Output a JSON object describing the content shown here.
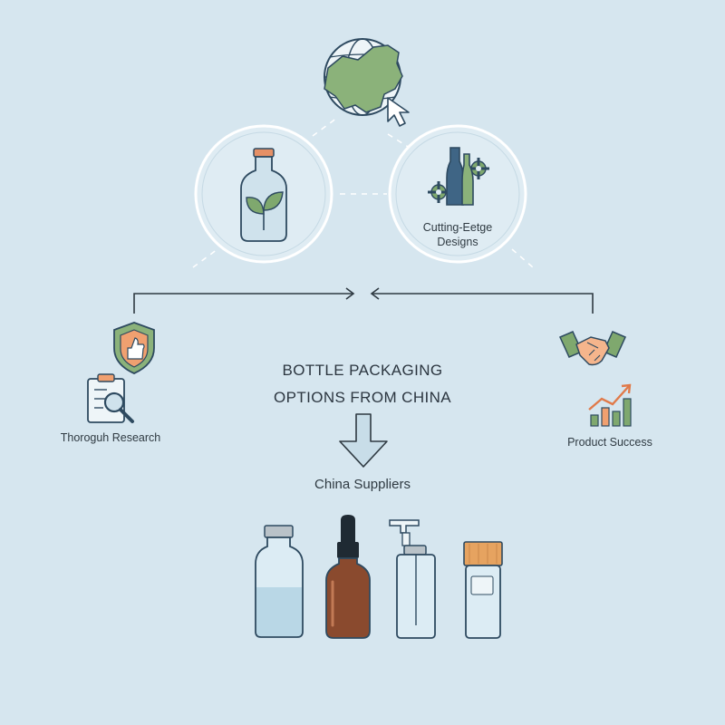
{
  "title": {
    "line1": "BOTTLE PACKAGING",
    "line2": "OPTIONS FROM CHINA"
  },
  "nodes": {
    "designs": {
      "line1": "Cutting-Eetge",
      "line2": "Designs"
    },
    "research": {
      "label": "Thoroguh Research"
    },
    "success": {
      "label": "Product Success"
    },
    "suppliers": {
      "label": "China Suppliers"
    }
  },
  "colors": {
    "background": "#d6e6ef",
    "accent_green": "#7fa86e",
    "accent_orange": "#f0a070",
    "navy": "#2e4a60",
    "amber_glass": "#8a4a2e",
    "clear_glass": "#c8dde8",
    "cork": "#e6a360"
  },
  "icons": [
    "globe-china-icon",
    "cursor-icon",
    "plant-jar-icon",
    "bottle-gears-icon",
    "shield-thumbs-up-icon",
    "clipboard-magnifier-icon",
    "handshake-icon",
    "growth-chart-icon",
    "down-arrow-icon",
    "glass-bottle-icon",
    "dropper-bottle-icon",
    "pump-bottle-icon",
    "cork-tube-icon"
  ]
}
